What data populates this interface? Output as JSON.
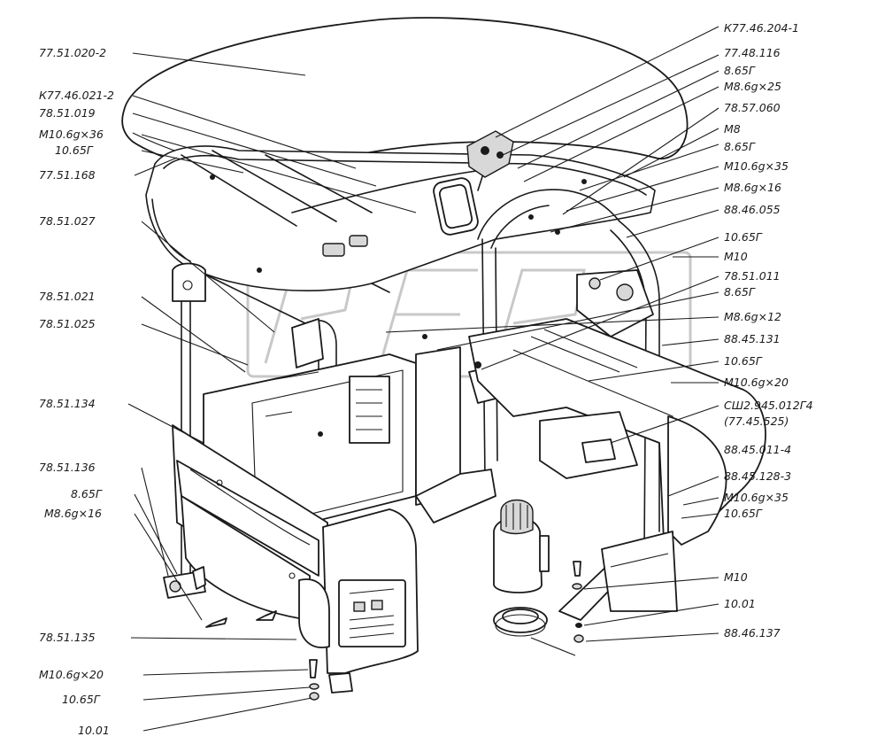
{
  "diagram": {
    "labels": [
      {
        "id": "l1",
        "text": "К77.46.204-1"
      },
      {
        "id": "l2",
        "text": "77.51.020-2"
      },
      {
        "id": "l3",
        "text": "77.48.116"
      },
      {
        "id": "l4",
        "text": "8.65Г"
      },
      {
        "id": "l5",
        "text": "М8.6g×25"
      },
      {
        "id": "l6",
        "text": "К77.46.021-2"
      },
      {
        "id": "l7",
        "text": "78.51.019"
      },
      {
        "id": "l8",
        "text": "78.57.060"
      },
      {
        "id": "l9",
        "text": "М10.6g×36"
      },
      {
        "id": "l10",
        "text": "10.65Г"
      },
      {
        "id": "l11",
        "text": "М8"
      },
      {
        "id": "l12",
        "text": "8.65Г"
      },
      {
        "id": "l13",
        "text": "77.51.168"
      },
      {
        "id": "l14",
        "text": "М10.6g×35"
      },
      {
        "id": "l15",
        "text": "М8.6g×16"
      },
      {
        "id": "l16",
        "text": "78.51.027"
      },
      {
        "id": "l17",
        "text": "88.46.055"
      },
      {
        "id": "l18",
        "text": "10.65Г"
      },
      {
        "id": "l19",
        "text": "М10"
      },
      {
        "id": "l20",
        "text": "78.51.021"
      },
      {
        "id": "l21",
        "text": "78.51.011"
      },
      {
        "id": "l22",
        "text": "78.51.025"
      },
      {
        "id": "l23",
        "text": "8.65Г"
      },
      {
        "id": "l24",
        "text": "М8.6g×12"
      },
      {
        "id": "l25",
        "text": "88.45.131"
      },
      {
        "id": "l26",
        "text": "10.65Г"
      },
      {
        "id": "l27",
        "text": "М10.6g×20"
      },
      {
        "id": "l28",
        "text": "78.51.134"
      },
      {
        "id": "l29",
        "text": "СШ2.945.012Г4"
      },
      {
        "id": "l30",
        "text": "(77.45.525)"
      },
      {
        "id": "l31",
        "text": "88.45.011-4"
      },
      {
        "id": "l32",
        "text": "78.51.136"
      },
      {
        "id": "l33",
        "text": "88.45.128-3"
      },
      {
        "id": "l34",
        "text": "8.65Г"
      },
      {
        "id": "l35",
        "text": "М10.6g×35"
      },
      {
        "id": "l36",
        "text": "М8.6g×16"
      },
      {
        "id": "l37",
        "text": "10.65Г"
      },
      {
        "id": "l38",
        "text": "М10"
      },
      {
        "id": "l39",
        "text": "10.01"
      },
      {
        "id": "l40",
        "text": "78.51.135"
      },
      {
        "id": "l41",
        "text": "88.46.137"
      },
      {
        "id": "l42",
        "text": "М10.6g×20"
      },
      {
        "id": "l43",
        "text": "10.65Г"
      },
      {
        "id": "l44",
        "text": "10.01"
      }
    ]
  }
}
